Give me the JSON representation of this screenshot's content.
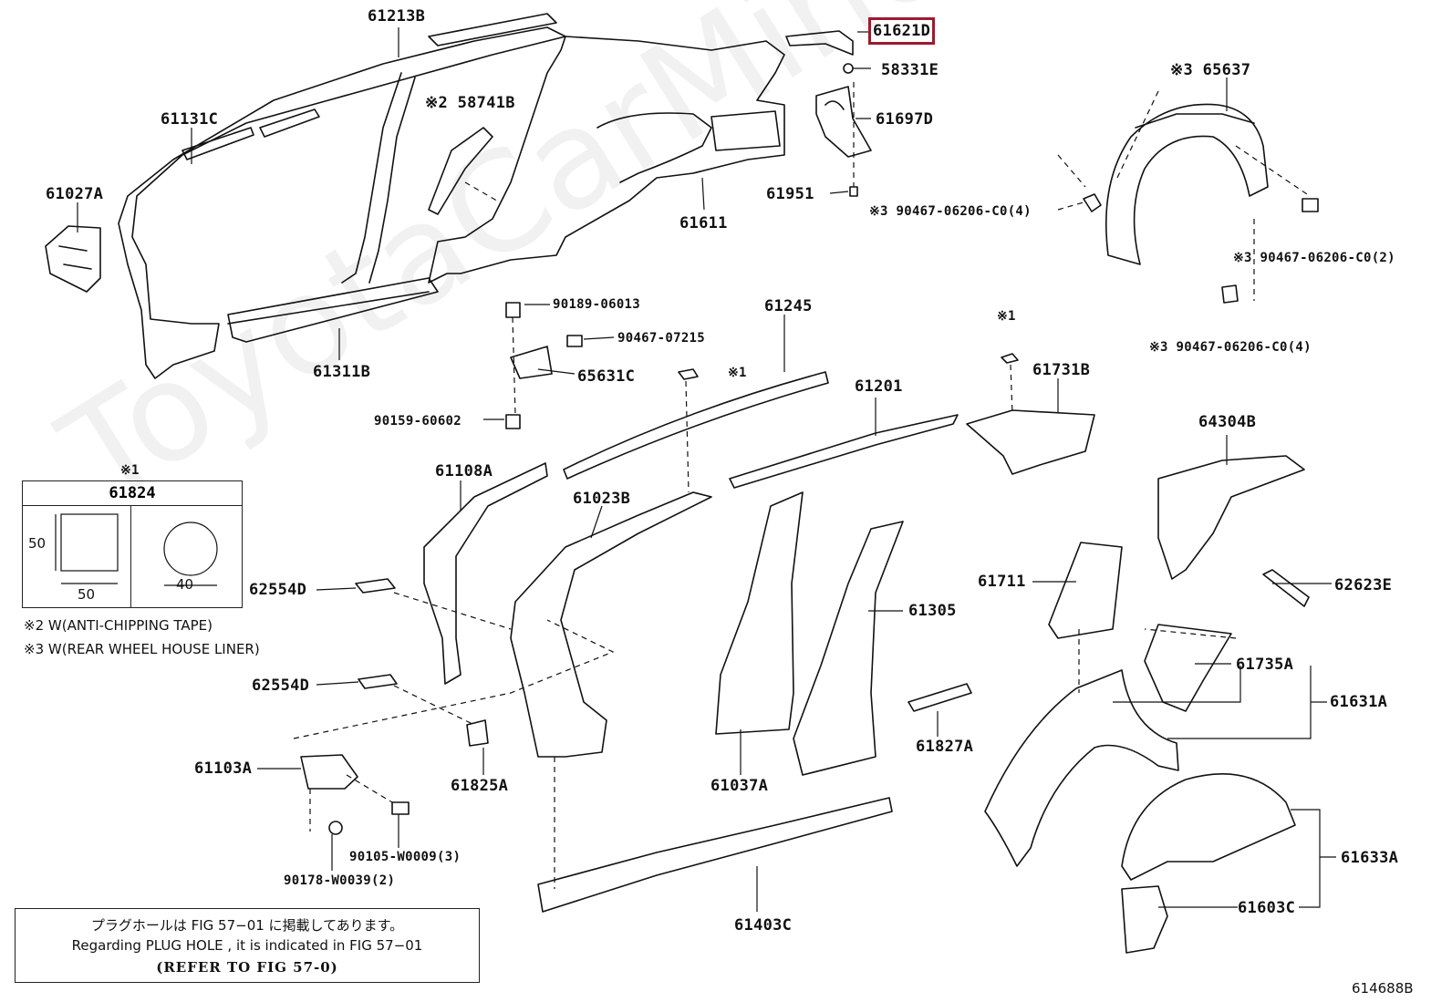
{
  "diagram": {
    "highlighted_part": "61621D",
    "figure_code": "614688B",
    "watermark": "ToyotaCarMine.ru",
    "parts": {
      "p61213B": "61213B",
      "p61621D": "61621D",
      "p58331E": "58331E",
      "p58741B": "※2 58741B",
      "p61697D": "61697D",
      "p65637": "※3 65637",
      "p61131C": "61131C",
      "p61027A": "61027A",
      "p61951": "61951",
      "p90467_4a": "※3 90467-06206-C0(4)",
      "p61611": "61611",
      "p90467_2": "※3 90467-06206-C0(2)",
      "p90189": "90189-06013",
      "p61245": "61245",
      "p90467_07215": "90467-07215",
      "x1a": "※1",
      "p90467_4b": "※3 90467-06206-C0(4)",
      "p61311B": "61311B",
      "p65631C": "65631C",
      "x1b": "※1",
      "p61731B": "61731B",
      "p61201": "61201",
      "p90159": "90159-60602",
      "p64304B": "64304B",
      "p61108A": "61108A",
      "p61023B": "61023B",
      "p61711": "61711",
      "p62623E": "62623E",
      "p62554D_a": "62554D",
      "p61305": "61305",
      "p61735A": "61735A",
      "p62554D_b": "62554D",
      "p61631A": "61631A",
      "p61827A": "61827A",
      "p61103A": "61103A",
      "p61825A": "61825A",
      "p61037A": "61037A",
      "p61633A": "61633A",
      "p90105": "90105-W0009(3)",
      "p90178": "90178-W0039(2)",
      "p61603C": "61603C",
      "p61403C": "61403C"
    },
    "legend": {
      "mark": "※1",
      "part": "61824",
      "dim_height": "50",
      "dim_width": "50",
      "dim_diameter": "40",
      "note2": "※2 W(ANTI-CHIPPING TAPE)",
      "note3": "※3 W(REAR WHEEL HOUSE LINER)"
    },
    "plug_hole": {
      "line_jp": "プラグホールは FIG 57−01 に掲載してあります。",
      "line_en": "Regarding  PLUG  HOLE , it is indicated in  FIG  57−01",
      "line_ref": "(REFER TO FIG 57-0)"
    }
  }
}
